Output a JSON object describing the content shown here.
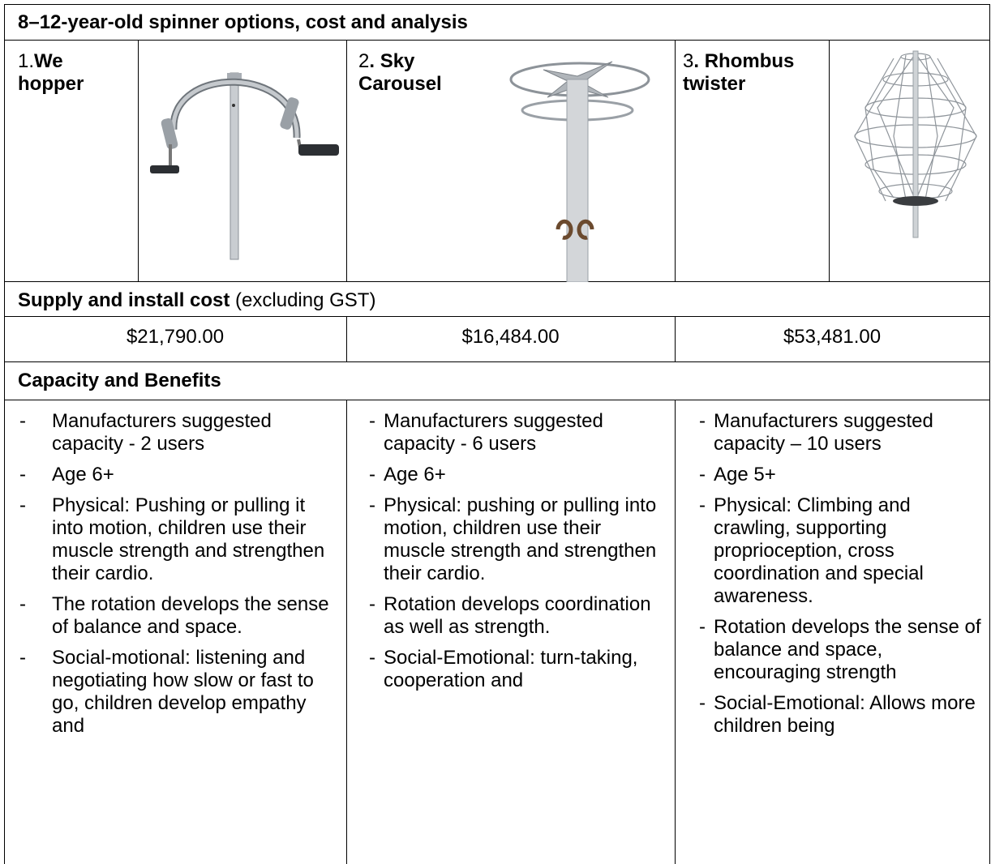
{
  "title": "8–12-year-old spinner options, cost and analysis",
  "options": [
    {
      "number": "1.",
      "name": "We hopper",
      "image_icon": "we-hopper-spinner-image",
      "price": "$21,790.00"
    },
    {
      "number": "2",
      "name": ". Sky Carousel",
      "image_icon": "sky-carousel-spinner-image",
      "price": "$16,484.00"
    },
    {
      "number": "3",
      "name": ". Rhombus twister",
      "image_icon": "rhombus-twister-spinner-image",
      "price": "$53,481.00"
    }
  ],
  "cost_header": {
    "bold": "Supply and install cost",
    "rest": " (excluding GST)"
  },
  "capacity_header": "Capacity and Benefits",
  "benefits": [
    {
      "dash": "-",
      "items": [
        "Manufacturers suggested capacity - 2 users",
        "Age 6+",
        "Physical: Pushing or pulling it into motion, children use their muscle strength and strengthen their cardio.",
        "The rotation develops the sense of balance and space.",
        "Social-motional: listening and negotiating how slow or fast to go, children develop empathy and"
      ]
    },
    {
      "dash": "-",
      "items": [
        "Manufacturers suggested capacity - 6 users",
        "Age 6+",
        "Physical: pushing or pulling into motion, children use their muscle strength and strengthen their cardio.",
        "Rotation develops coordination as well as strength.",
        "Social-Emotional: turn-taking, cooperation and"
      ]
    },
    {
      "dash": "-",
      "items": [
        "Manufacturers suggested capacity – 10 users",
        "Age 5+",
        "Physical: Climbing and crawling, supporting proprioception, cross coordination and special awareness.",
        "Rotation develops the sense of balance and space, encouraging strength",
        "Social-Emotional: Allows more children being"
      ]
    }
  ]
}
